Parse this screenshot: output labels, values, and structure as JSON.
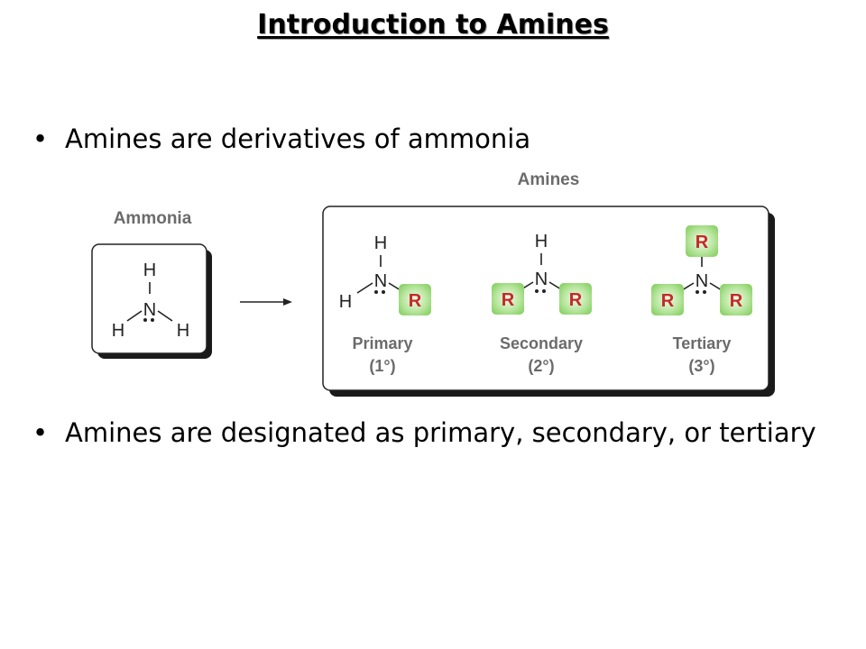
{
  "title": "Introduction to Amines",
  "bullets": [
    "Amines are derivatives of ammonia",
    "Amines are designated as primary, secondary, or tertiary"
  ],
  "figure": {
    "ammonia_label": "Ammonia",
    "amines_label": "Amines",
    "atoms": {
      "H": "H",
      "N": "N",
      "R": "R"
    },
    "types": [
      {
        "name": "Primary",
        "degree": "(1°)"
      },
      {
        "name": "Secondary",
        "degree": "(2°)"
      },
      {
        "name": "Tertiary",
        "degree": "(3°)"
      }
    ]
  },
  "colors": {
    "r_group_fill": "#8cd66a",
    "r_group_text": "#c62828",
    "label_gray": "#6b6b6b",
    "box_shadow": "#1a1a1a"
  }
}
